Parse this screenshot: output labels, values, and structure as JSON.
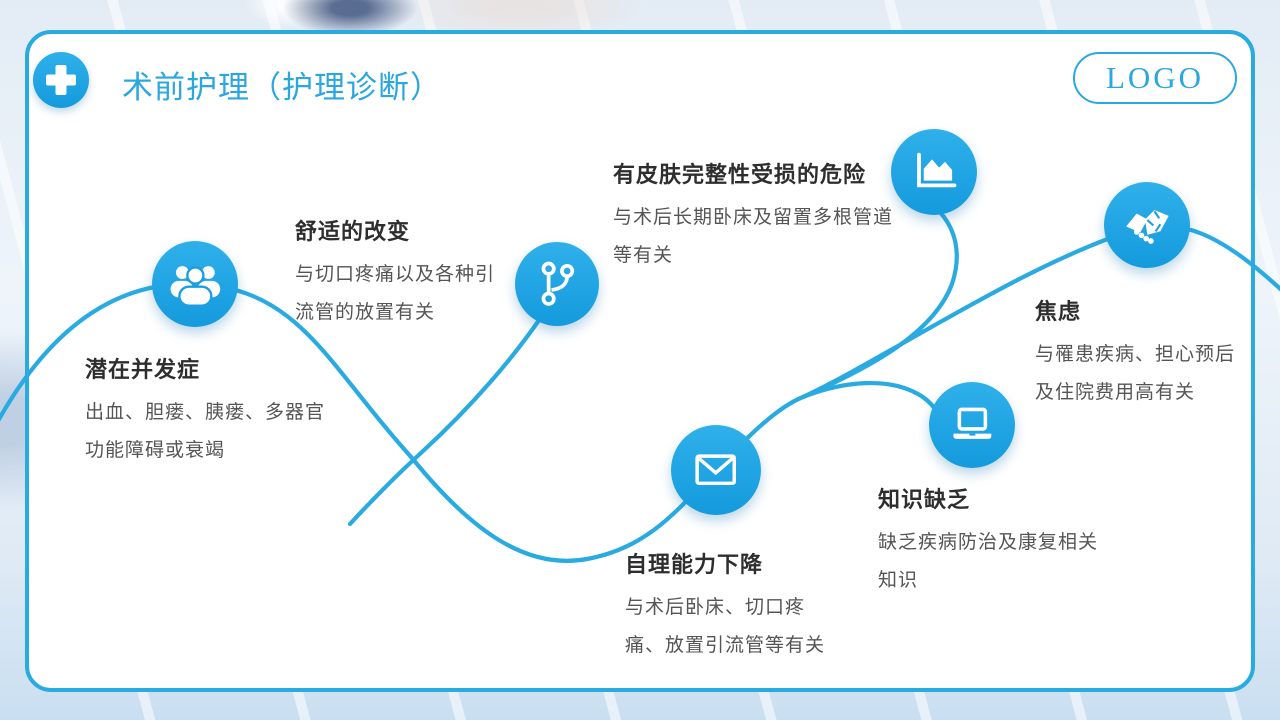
{
  "header": {
    "title": "术前护理（护理诊断）",
    "logo_text": "LOGO"
  },
  "colors": {
    "accent_blue": "#29ABE2",
    "icon_circle_blue": "#1C9EE3",
    "heading_text": "#2E2E2E",
    "body_text": "#555555"
  },
  "nodes": [
    {
      "icon": "people-group-icon",
      "heading": "潜在并发症",
      "body": "出血、胆瘘、胰瘘、多器官功能障碍或衰竭"
    },
    {
      "icon": "branch-icon",
      "heading": "舒适的改变",
      "body": "与切口疼痛以及各种引流管的放置有关"
    },
    {
      "icon": "area-chart-icon",
      "heading": "有皮肤完整性受损的危险",
      "body": "与术后长期卧床及留置多根管道等有关"
    },
    {
      "icon": "envelope-icon",
      "heading": "自理能力下降",
      "body": "与术后卧床、切口疼痛、放置引流管等有关"
    },
    {
      "icon": "laptop-icon",
      "heading": "知识缺乏",
      "body": "缺乏疾病防治及康复相关知识"
    },
    {
      "icon": "handshake-icon",
      "heading": "焦虑",
      "body": "与罹患疾病、担心预后及住院费用高有关"
    }
  ]
}
